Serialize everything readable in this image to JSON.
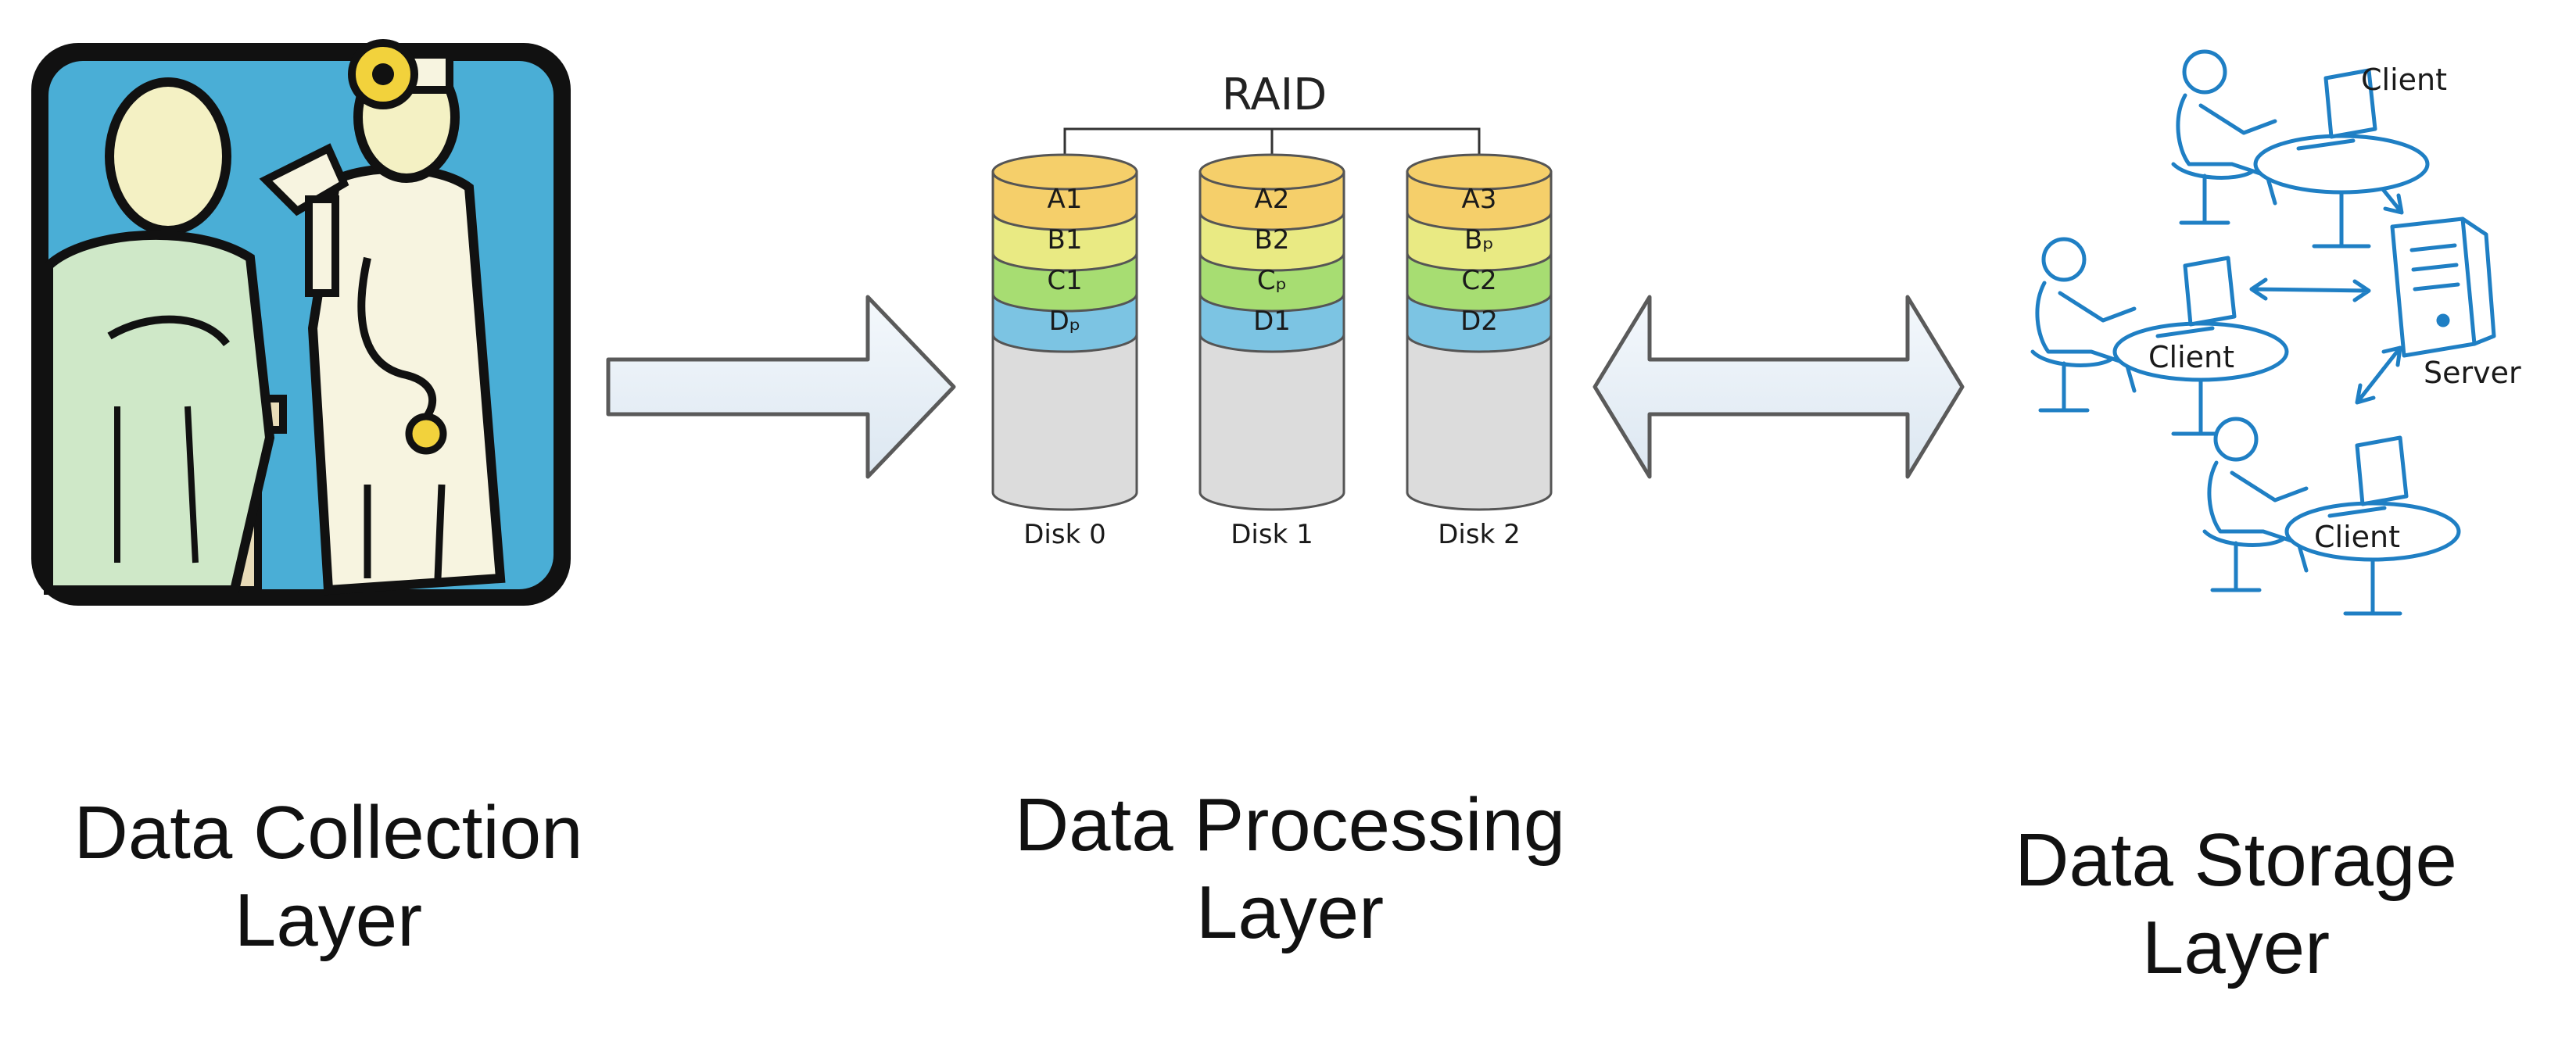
{
  "raid": {
    "label": "RAID",
    "disks": [
      {
        "label": "Disk 0",
        "blocks": [
          "A1",
          "B1",
          "C1",
          "Dₚ"
        ]
      },
      {
        "label": "Disk 1",
        "blocks": [
          "A2",
          "B2",
          "Cₚ",
          "D1"
        ]
      },
      {
        "label": "Disk 2",
        "blocks": [
          "A3",
          "Bₚ",
          "C2",
          "D2"
        ]
      }
    ],
    "block_colors": [
      "#f5cf6a",
      "#e9ea83",
      "#a7dd72",
      "#7cc4e3"
    ],
    "empty_color": "#dcdcdc"
  },
  "network": {
    "server_label": "Server",
    "client_labels": [
      "Client",
      "Client",
      "Client"
    ],
    "color": "#1f7fc4"
  },
  "layers": [
    {
      "line1": "Data Collection",
      "line2": "Layer"
    },
    {
      "line1": "Data Processing",
      "line2": "Layer"
    },
    {
      "line1": "Data Storage",
      "line2": "Layer"
    }
  ]
}
